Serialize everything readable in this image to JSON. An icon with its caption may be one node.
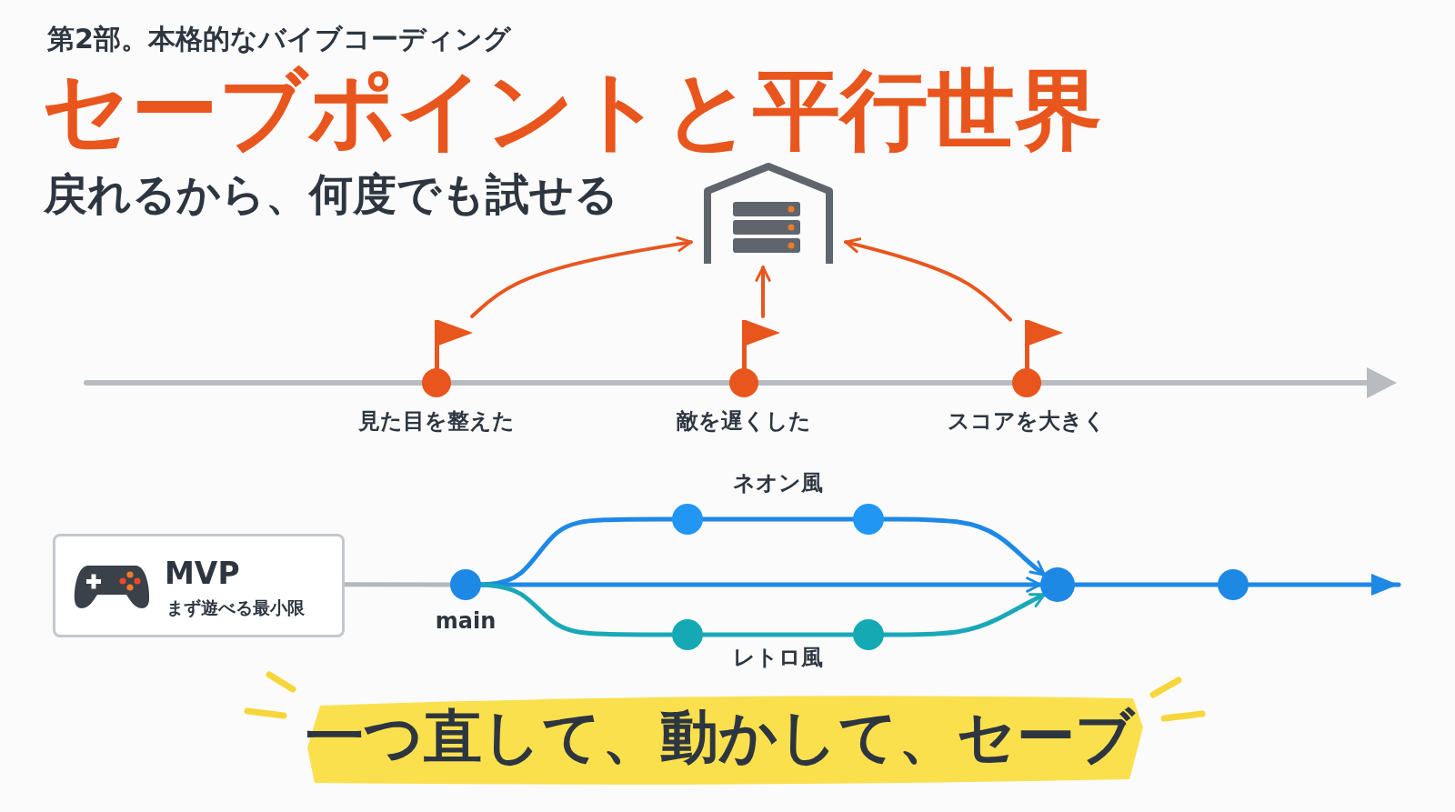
{
  "diagram": {
    "title": "セーブポイントと平行世界",
    "nodes": [
      {
        "text": [],
        "shape": "picture"
      },
      {
        "text": [],
        "shape": "circle",
        "beside": [
          "見た目を整えた"
        ]
      },
      {
        "text": [],
        "shape": "circle",
        "beside": [
          "敵を遅くした"
        ]
      },
      {
        "text": [],
        "shape": "circle",
        "beside": [
          "スコアを大きく"
        ]
      },
      {
        "text": [
          "MVP",
          "まず遊べる最小限"
        ]
      },
      {
        "text": [],
        "shape": "circle",
        "beside": [
          "main"
        ]
      },
      {
        "text": [],
        "shape": "circle"
      },
      {
        "text": [],
        "shape": "circle"
      },
      {
        "text": [],
        "shape": "circle"
      },
      {
        "text": [],
        "shape": "circle"
      },
      {
        "text": [],
        "shape": "circle"
      },
      {
        "text": [],
        "shape": "circle"
      }
    ],
    "edges": [
      {
        "from": 1,
        "to": 0,
        "arrow": "to",
        "color": "#e8561e"
      },
      {
        "from": 2,
        "to": 0,
        "arrow": "to",
        "color": "#e8561e"
      },
      {
        "from": 3,
        "to": 0,
        "arrow": "to",
        "color": "#e8561e"
      },
      {
        "from": 4,
        "to": 5,
        "arrow": "none",
        "color": "#b3b8bd"
      },
      {
        "from": 5,
        "to": 6,
        "arrow": "none"
      },
      {
        "from": 6,
        "to": 7,
        "arrow": "none"
      },
      {
        "from": 7,
        "to": 10,
        "arrow": "to"
      },
      {
        "from": 5,
        "to": 10,
        "arrow": "to"
      },
      {
        "from": 5,
        "to": 8,
        "arrow": "none",
        "color": "#1aa8b8"
      },
      {
        "from": 8,
        "to": 9,
        "arrow": "none",
        "color": "#1aa8b8"
      },
      {
        "from": 9,
        "to": 10,
        "arrow": "to",
        "color": "#1aa8b8"
      },
      {
        "from": 10,
        "to": 11,
        "arrow": "none"
      },
      {
        "from": 11,
        "to": null,
        "arrow": "to"
      }
    ],
    "labels": [
      "第2部。本格的なバイブコーディング",
      "戻れるから、何度でも試せる",
      "ネオン風",
      "レトロ風",
      "一つ直して、動かして、セーブ"
    ]
  }
}
